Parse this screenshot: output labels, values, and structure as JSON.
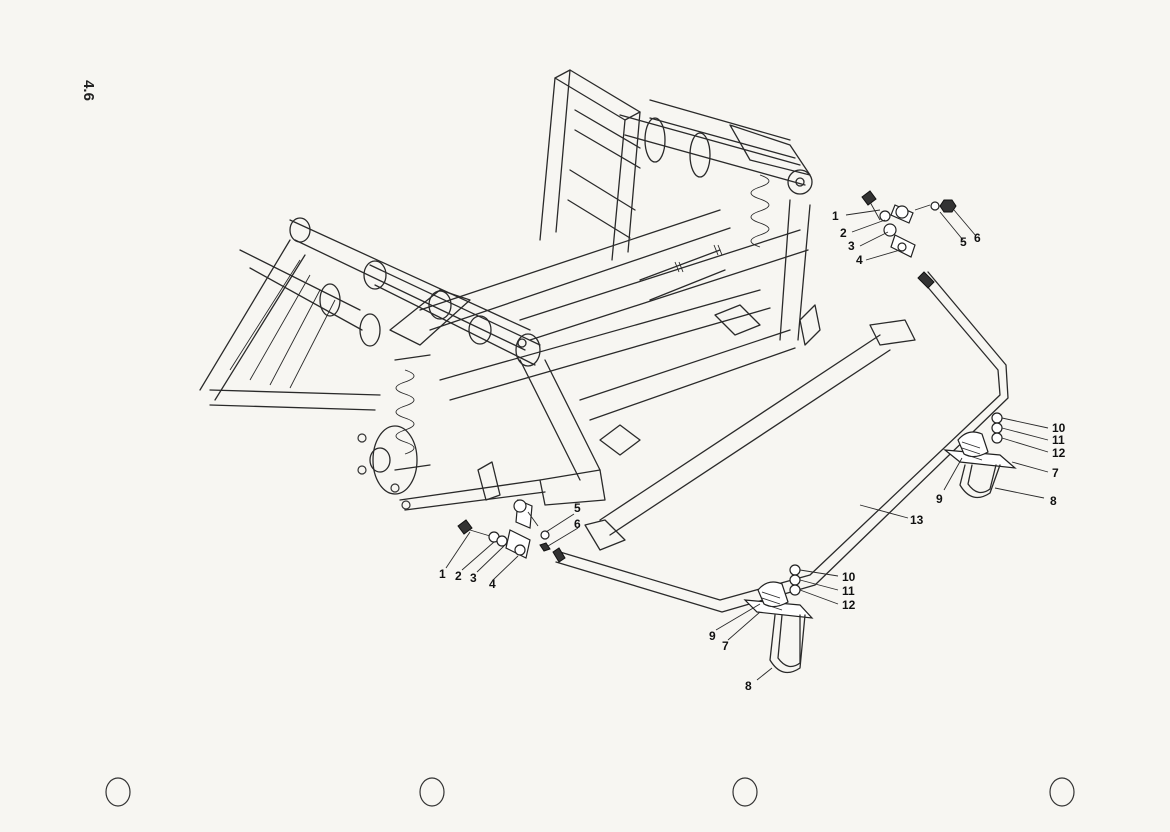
{
  "page": {
    "number": "4.6"
  },
  "callouts_group_right_top": [
    "1",
    "2",
    "3",
    "4",
    "5",
    "6"
  ],
  "callouts_group_left_bottom": [
    "1",
    "2",
    "3",
    "4",
    "5",
    "6"
  ],
  "callouts_right_clamp_upper": [
    "10",
    "11",
    "12",
    "7",
    "9",
    "8"
  ],
  "callouts_right_clamp_lower": [
    "10",
    "11",
    "12",
    "9",
    "7",
    "8"
  ],
  "callout_bar": "13",
  "colors": {
    "paper": "#f7f6f2",
    "ink": "#2a2a2a"
  }
}
